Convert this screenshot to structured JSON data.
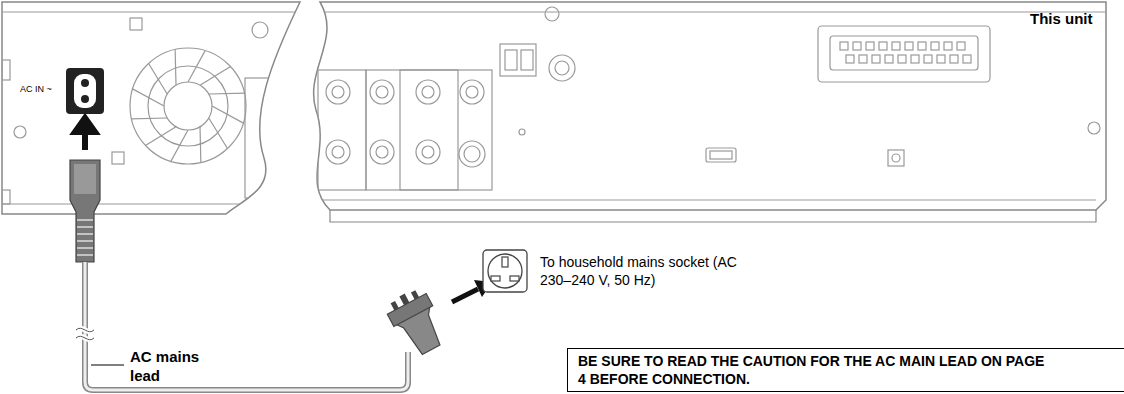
{
  "diagram": {
    "nodes": [
      {
        "text": [
          "BE SURE TO READ THE CAUTION FOR THE AC MAIN LEAD ON PAGE 4 BEFORE CONNECTION."
        ]
      }
    ],
    "labels": [
      "This unit",
      "AC IN ~",
      "AC mains lead",
      "To household mains socket (AC 230–240 V, 50 Hz)"
    ]
  }
}
